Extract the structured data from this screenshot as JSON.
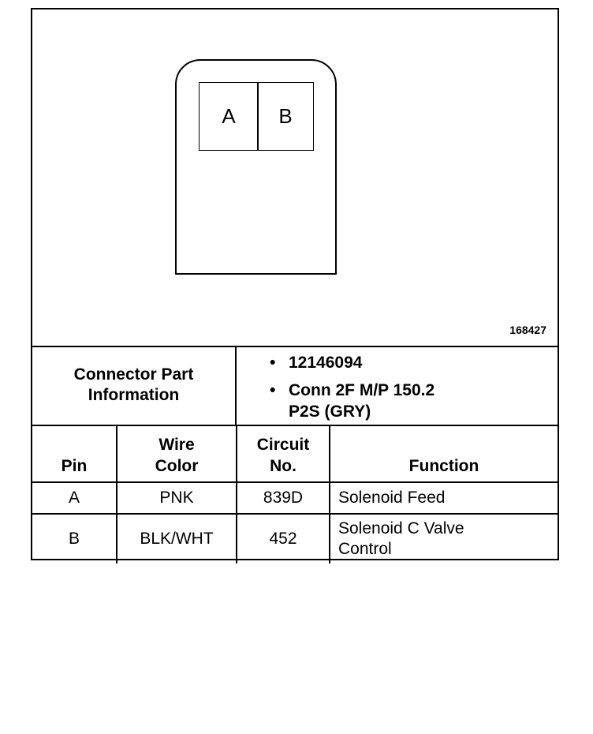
{
  "connector": {
    "cavities": [
      "A",
      "B"
    ],
    "figure_number": "168427"
  },
  "part_info": {
    "label_line1": "Connector Part",
    "label_line2": "Information",
    "items": [
      {
        "line1": "12146094",
        "line2": ""
      },
      {
        "line1": "Conn 2F M/P 150.2",
        "line2": "P2S (GRY)"
      }
    ],
    "bullet": "•"
  },
  "pin_table": {
    "headers": {
      "pin": "Pin",
      "wire_line1": "Wire",
      "wire_line2": "Color",
      "circuit_line1": "Circuit",
      "circuit_line2": "No.",
      "function": "Function"
    },
    "rows": [
      {
        "pin": "A",
        "wire": "PNK",
        "circuit": "839D",
        "function_line1": "Solenoid Feed",
        "function_line2": ""
      },
      {
        "pin": "B",
        "wire": "BLK/WHT",
        "circuit": "452",
        "function_line1": "Solenoid C Valve",
        "function_line2": "Control"
      }
    ]
  }
}
